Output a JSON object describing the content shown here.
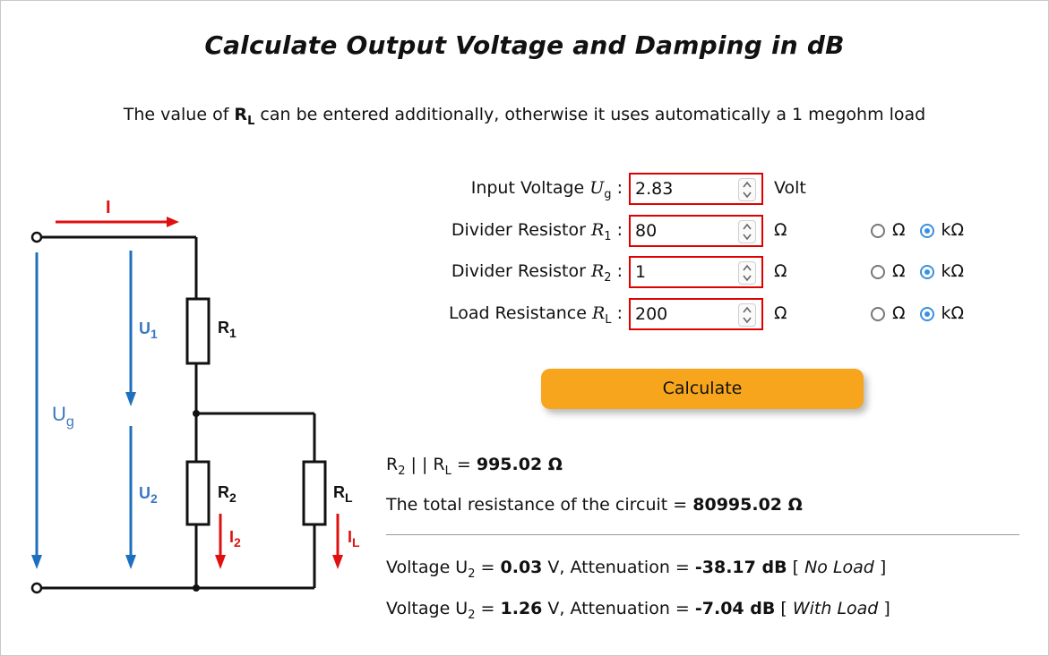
{
  "title": "Calculate Output Voltage and Damping in dB",
  "subtitle": {
    "before": "The value of ",
    "rl_main": "R",
    "rl_sub": "L",
    "after": " can be entered additionally, otherwise it uses automatically a 1 megohm load"
  },
  "inputs": [
    {
      "label": "Input Voltage ",
      "sym": "U",
      "sub": "g",
      "value": "2.83",
      "unit": "Volt"
    },
    {
      "label": "Divider Resistor ",
      "sym": "R",
      "sub": "1",
      "value": "80",
      "unit": "Ω",
      "opt1": "Ω",
      "opt2": "kΩ",
      "selected": "kΩ"
    },
    {
      "label": "Divider Resistor ",
      "sym": "R",
      "sub": "2",
      "value": "1",
      "unit": "Ω",
      "opt1": "Ω",
      "opt2": "kΩ",
      "selected": "kΩ"
    },
    {
      "label": "Load Resistance ",
      "sym": "R",
      "sub": "L",
      "value": "200",
      "unit": "Ω",
      "opt1": "Ω",
      "opt2": "kΩ",
      "selected": "kΩ"
    }
  ],
  "colon": ":",
  "calculate_label": "Calculate",
  "results": {
    "parallel_lbl_a": "R",
    "parallel_sub_a": "2",
    "parallel_mid": " | | ",
    "parallel_lbl_b": "R",
    "parallel_sub_b": "L",
    "parallel_eq": " = ",
    "parallel_val": "995.02 Ω",
    "total_lbl": "The total resistance of the circuit = ",
    "total_val": "80995.02 Ω",
    "noload": {
      "pre": "Voltage U",
      "sub": "2",
      "eq": " = ",
      "v": "0.03",
      "mid": " V, Attenuation = ",
      "db": "-38.17 dB",
      "open": " [ ",
      "tag": "No Load",
      "close": " ]"
    },
    "withload": {
      "pre": "Voltage U",
      "sub": "2",
      "eq": " = ",
      "v": "1.26",
      "mid": " V, Attenuation = ",
      "db": "-7.04 dB",
      "open": " [ ",
      "tag": "With Load",
      "close": " ]"
    }
  },
  "circuit": {
    "current_I": "I",
    "U1": "U",
    "U1_sub": "1",
    "Ug": "U",
    "Ug_sub": "g",
    "U2": "U",
    "U2_sub": "2",
    "R1": "R",
    "R1_sub": "1",
    "R2": "R",
    "R2_sub": "2",
    "RL": "R",
    "RL_sub": "L",
    "I2": "I",
    "I2_sub": "2",
    "IL": "I",
    "IL_sub": "L",
    "colors": {
      "wire": "#111111",
      "blue": "#1f6fbf",
      "red": "#e01010",
      "label": "#3b78c3"
    }
  },
  "colors": {
    "field_border": "#e00000",
    "button": "#f7a51c",
    "radio_on": "#3a90e0"
  }
}
